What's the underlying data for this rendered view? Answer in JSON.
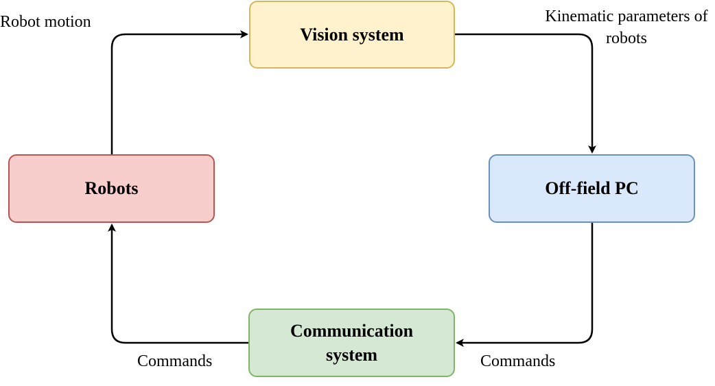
{
  "nodes": {
    "vision": {
      "label": "Vision system",
      "fill": "#fff2cc",
      "stroke": "#d6b656"
    },
    "pc": {
      "label": "Off-field PC",
      "fill": "#dae8fc",
      "stroke": "#6c8ebf"
    },
    "comm": {
      "label": "Communication system",
      "fill": "#d5e8d4",
      "stroke": "#82b366"
    },
    "robots": {
      "label": "Robots",
      "fill": "#f8cecc",
      "stroke": "#b85450"
    }
  },
  "edges": {
    "robots_to_vision": "Robot motion",
    "vision_to_pc": "Kinematic parameters of robots",
    "pc_to_comm": "Commands",
    "comm_to_robots": "Commands"
  }
}
